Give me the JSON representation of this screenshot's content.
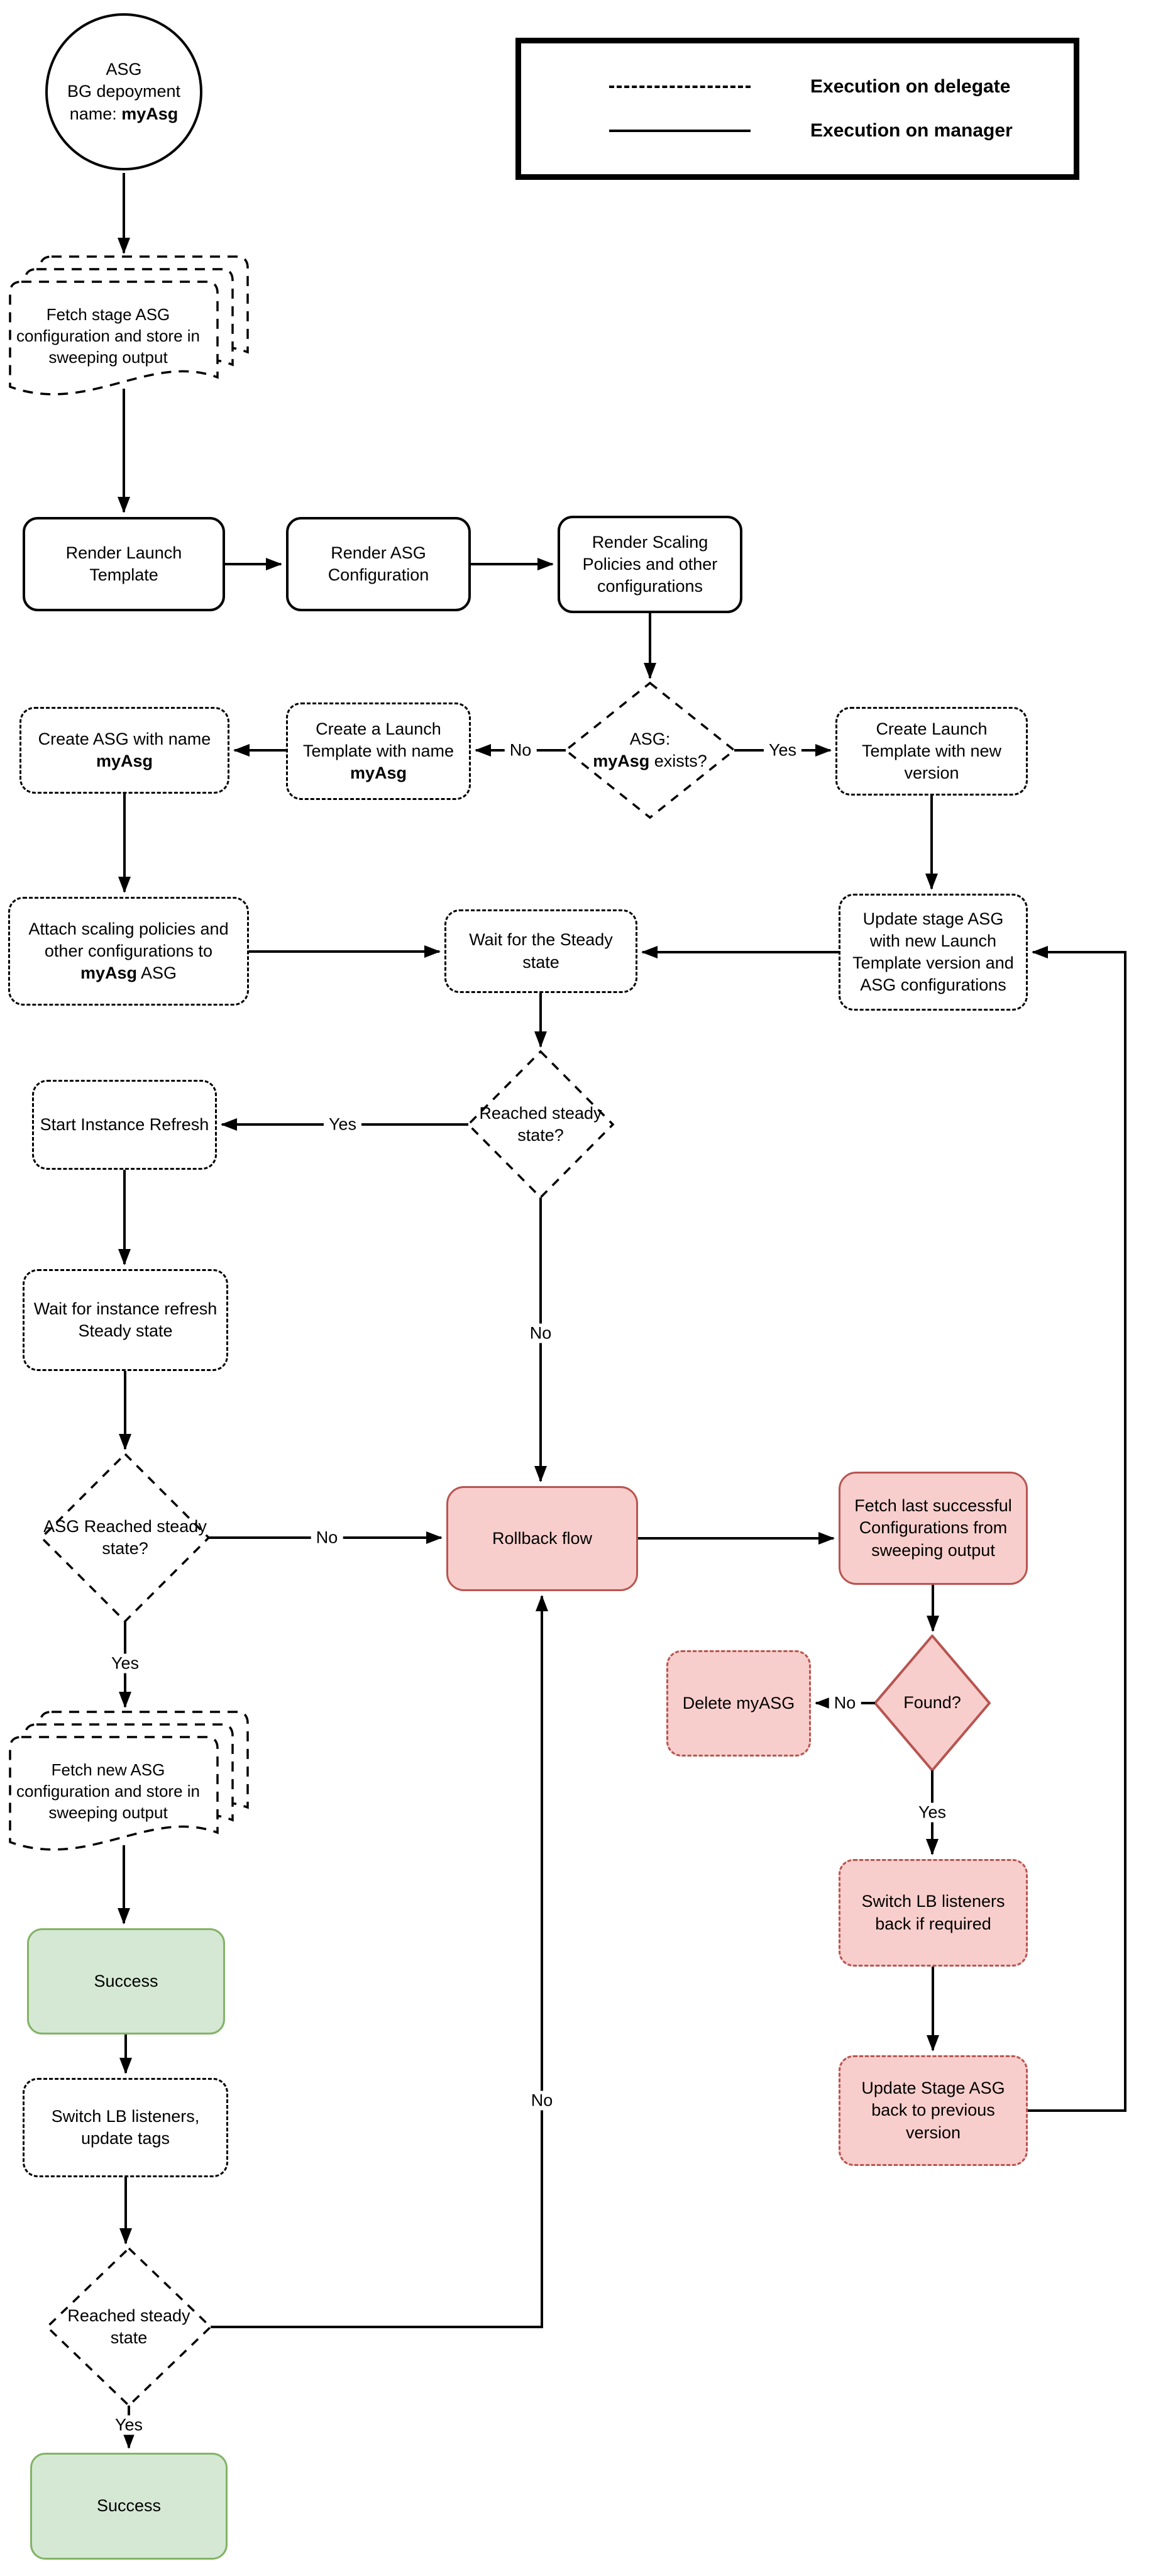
{
  "colors": {
    "pink_fill": "#f8cecc",
    "red_border": "#b85450",
    "green_fill": "#d5e8d4",
    "green_border": "#82b366",
    "line": "#000000"
  },
  "legend": {
    "items": [
      {
        "style": "dashed",
        "label": "Execution on delegate"
      },
      {
        "style": "solid",
        "label": "Execution on manager"
      }
    ]
  },
  "edge_labels": {
    "yes": "Yes",
    "no": "No"
  },
  "nodes": {
    "start": {
      "line1": "ASG",
      "line2": "BG depoyment",
      "line3_prefix": "name: ",
      "line3_bold": "myAsg"
    },
    "fetch_stage": {
      "label": "Fetch stage ASG configuration and store in sweeping output"
    },
    "render_launch": {
      "label": "Render Launch Template"
    },
    "render_asg": {
      "label": "Render ASG Configuration"
    },
    "render_scaling": {
      "label": "Render Scaling Policies and other configurations"
    },
    "asg_exists": {
      "line1": "ASG:",
      "line2_bold": "myAsg",
      "line2_suffix": " exists?"
    },
    "create_launch_new": {
      "label": "Create Launch Template with new version"
    },
    "create_launch_named": {
      "prefix": "Create a Launch Template with name ",
      "bold": "myAsg"
    },
    "create_asg": {
      "prefix": "Create ASG with name ",
      "bold": "myAsg"
    },
    "attach_scaling": {
      "prefix": "Attach scaling policies and other configurations to ",
      "bold": "myAsg",
      "suffix": " ASG"
    },
    "wait_steady": {
      "label": "Wait for the Steady state"
    },
    "update_stage_asg": {
      "label": "Update stage ASG with new Launch Template version and ASG configurations"
    },
    "reached_steady_1": {
      "label": "Reached steady state?"
    },
    "start_instance_refresh": {
      "label": "Start Instance Refresh"
    },
    "wait_instance_refresh": {
      "label": "Wait for instance refresh Steady state"
    },
    "asg_reached_steady": {
      "label": "ASG Reached steady state?"
    },
    "rollback": {
      "label": "Rollback flow"
    },
    "fetch_last": {
      "label": "Fetch last successful Configurations from sweeping output"
    },
    "found": {
      "label": "Found?"
    },
    "delete_myasg": {
      "label": "Delete myASG"
    },
    "switch_lb_back": {
      "label": "Switch LB listeners back if required"
    },
    "update_stage_back": {
      "label": "Update Stage ASG back to previous version"
    },
    "fetch_new": {
      "label": "Fetch new ASG configuration and store in sweeping output"
    },
    "success_1": {
      "label": "Success"
    },
    "switch_lb_update_tags": {
      "label": "Switch LB listeners, update tags"
    },
    "reached_steady_2": {
      "label": "Reached steady state"
    },
    "success_2": {
      "label": "Success"
    }
  }
}
